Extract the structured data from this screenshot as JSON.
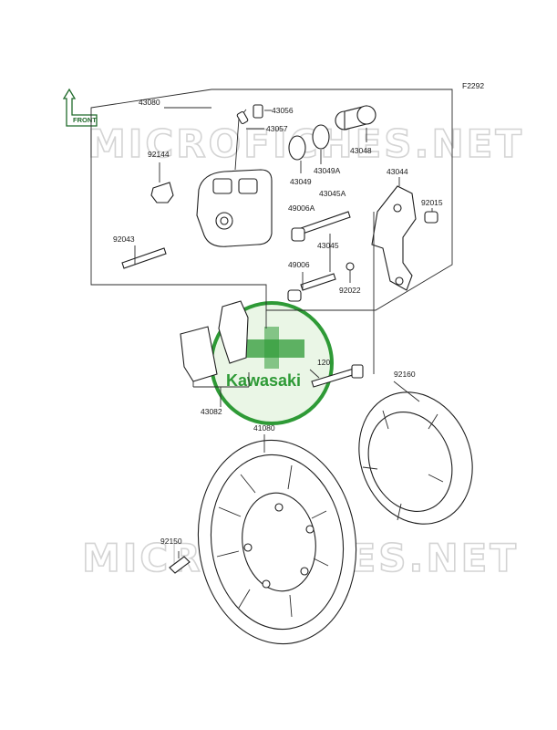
{
  "figure_code": "F2292",
  "front_arrow_label": "FRONT",
  "watermark_text": "MICROFICHES.NET",
  "logo_text": "Kawasaki",
  "colors": {
    "logo": "#2e9a36",
    "logo_fill": "#eaf6e6",
    "line": "#2b2b2b",
    "label": "#1a1a1a"
  },
  "parts": {
    "p43080": "43080",
    "p43056": "43056",
    "p43057": "43057",
    "p92144": "92144",
    "p43049A": "43049A",
    "p43048": "43048",
    "p43049": "43049",
    "p43044": "43044",
    "p92015": "92015",
    "p43045A": "43045A",
    "p49006A": "49006A",
    "p92043": "92043",
    "p43045": "43045",
    "p49006": "49006",
    "p92022": "92022",
    "p120": "120",
    "p92160": "92160",
    "p43082": "43082",
    "p41080": "41080",
    "p92150": "92150"
  }
}
